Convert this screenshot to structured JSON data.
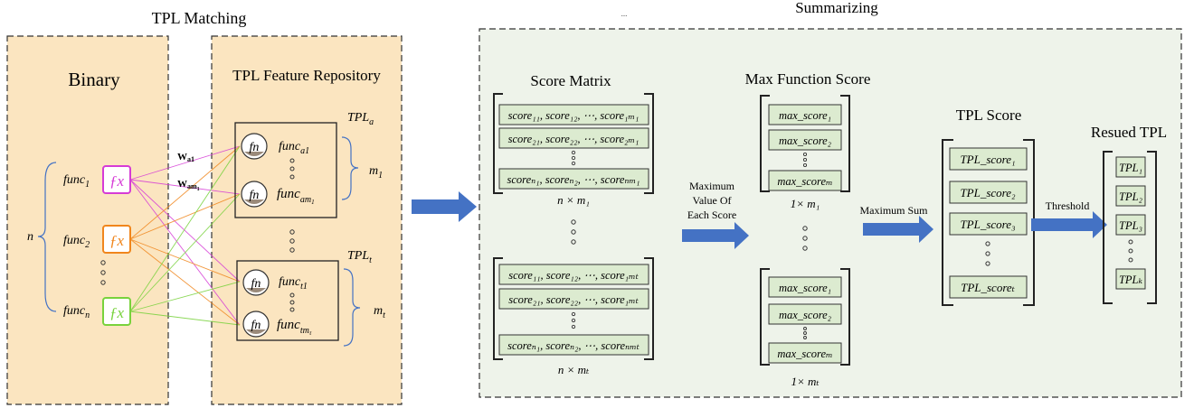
{
  "titles": {
    "tpl_matching": "TPL Matching",
    "summarizing": "Summarizing",
    "ellipsis": "..."
  },
  "binary": {
    "title": "Binary",
    "n_label": "n",
    "funcs": [
      {
        "base": "func",
        "sub": "1"
      },
      {
        "base": "func",
        "sub": "2"
      },
      {
        "base": "func",
        "sub": "n"
      }
    ],
    "fx_colors": [
      "#d63bd6",
      "#f0861c",
      "#78d23c"
    ]
  },
  "repository": {
    "title": "TPL Feature Repository",
    "edge_labels": [
      {
        "base": "W",
        "sub": "a1"
      },
      {
        "base": "W",
        "sub": "am",
        "subsub": "1"
      }
    ],
    "tpl_a": {
      "label": {
        "base": "TPL",
        "sub": "a"
      },
      "f1": {
        "base": "func",
        "sub": "a1"
      },
      "f2": {
        "base": "func",
        "sub": "am",
        "subsub": "1"
      },
      "m": {
        "base": "m",
        "sub": "1"
      }
    },
    "tpl_t": {
      "label": {
        "base": "TPL",
        "sub": "t"
      },
      "f1": {
        "base": "func",
        "sub": "t1"
      },
      "f2": {
        "base": "func",
        "sub": "tm",
        "subsub": "τ"
      },
      "m": {
        "base": "m",
        "sub": "t"
      }
    },
    "fn_glyph": "fn"
  },
  "score_matrix": {
    "title": "Score Matrix",
    "top_rows": [
      "score₁₁, score₁₂, ⋯, score₁ₘ₁",
      "score₂₁, score₂₂, ⋯, score₂ₘ₁",
      "scoreₙ₁, scoreₙ₂, ⋯, scoreₙₘ₁"
    ],
    "bottom_rows": [
      "score₁₁, score₁₂, ⋯, score₁ₘₜ",
      "score₂₁, score₂₂, ⋯, score₁ₘₜ",
      "scoreₙ₁, scoreₙ₂, ⋯, scoreₙₘₜ"
    ],
    "top_dim": "n × m₁",
    "bottom_dim": "n × mₜ"
  },
  "max_function": {
    "title": "Max Function Score",
    "arrow_label": [
      "Maximum",
      "Value Of",
      "Each Score"
    ],
    "top_rows": [
      "max_score₁",
      "max_score₂",
      "max_scoreₘ"
    ],
    "bottom_rows": [
      "max_score₁",
      "max_score₂",
      "max_scoreₘ"
    ],
    "top_dim": "1× m₁",
    "bottom_dim": "1× mₜ"
  },
  "tpl_score": {
    "title": "TPL Score",
    "arrow_label": "Maximum Sum",
    "rows": [
      "TPL_score₁",
      "TPL_score₂",
      "TPL_score₃",
      "TPL_scoreₜ"
    ]
  },
  "reused": {
    "title": "Resued TPL",
    "arrow_label": "Threshold",
    "rows": [
      "TPL₁",
      "TPL₂",
      "TPL₃",
      "TPLₖ"
    ]
  },
  "colors": {
    "panel_fill": "#fbe5c0",
    "summary_fill": "#eef3ea",
    "cell_fill": "#dcebd0",
    "arrow": "#4472c4",
    "brace": "#4472c4"
  }
}
